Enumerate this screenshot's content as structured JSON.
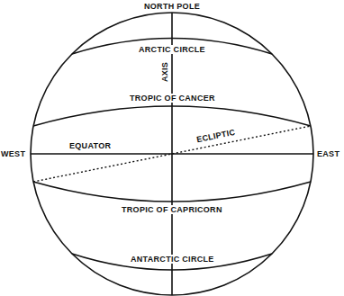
{
  "diagram": {
    "labels": [
      "NORTH POLE",
      "ARCTIC CIRCLE",
      "AXIS",
      "TROPIC OF CANCER",
      "WEST",
      "EQUATOR",
      "ECLIPTIC",
      "EAST",
      "TROPIC OF CAPRICORN",
      "ANTARCTIC CIRCLE"
    ]
  }
}
